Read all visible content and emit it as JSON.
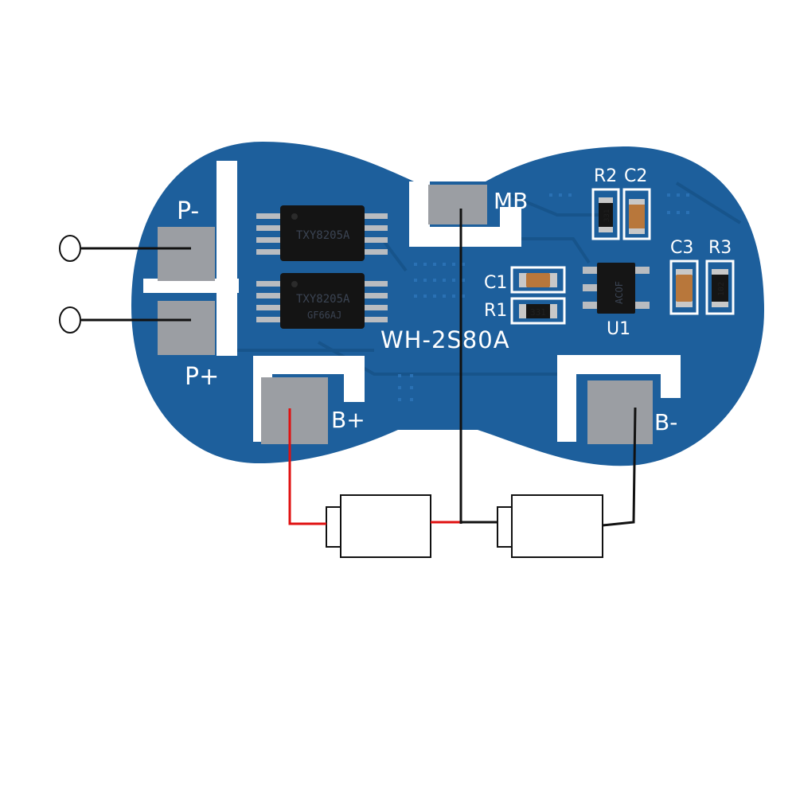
{
  "board": {
    "model": "WH-2S80A",
    "color_board": "#1d5f9c",
    "color_trace": "#17548b",
    "color_silk": "#ffffff",
    "color_pad": "#9b9ea3"
  },
  "labels": {
    "p_minus": "P-",
    "p_plus": "P+",
    "mb": "MB",
    "b_plus": "B+",
    "b_minus": "B-",
    "r2": "R2",
    "c2": "C2",
    "c1": "C1",
    "r1": "R1",
    "c3": "C3",
    "r3": "R3",
    "u1": "U1"
  },
  "chips": {
    "mosfet_1_text": "TXY8205A",
    "mosfet_2_text": "TXY8205A",
    "mosfet_2_code": "GF66AJ",
    "u1_text": "ACOF",
    "r1_value": "331",
    "r2_value": "331",
    "r3_value": "102"
  },
  "wires": {
    "red": "#e01010",
    "black": "#111111"
  }
}
